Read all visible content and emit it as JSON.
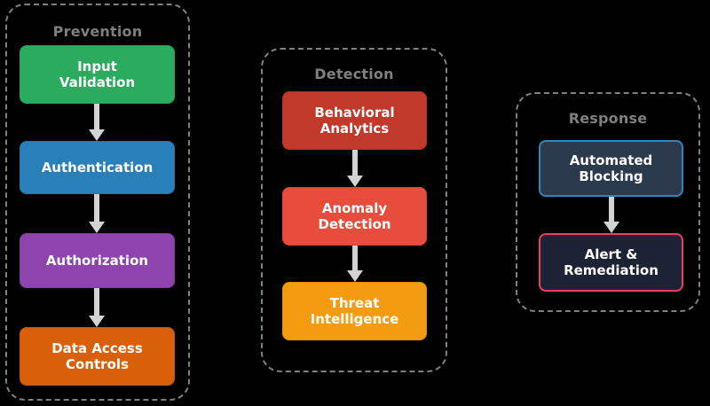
{
  "diagram": {
    "background_color": "#000000",
    "groups": [
      {
        "id": "prevention",
        "label": "Prevention",
        "label_color": "#7f7f7f",
        "border_style": "dashed",
        "border_color": "#808080",
        "nodes": [
          {
            "id": "input-validation",
            "label": "Input\nValidation",
            "fill": "#2bab5d",
            "text_color": "#ffffff"
          },
          {
            "id": "authentication",
            "label": "Authentication",
            "fill": "#2980b9",
            "text_color": "#ffffff"
          },
          {
            "id": "authorization",
            "label": "Authorization",
            "fill": "#8e44ad",
            "text_color": "#ffffff"
          },
          {
            "id": "data-access",
            "label": "Data Access\nControls",
            "fill": "#d9600b",
            "text_color": "#ffffff"
          }
        ],
        "arrows": [
          {
            "id": "iv-auth",
            "from": "input-validation",
            "to": "authentication",
            "color": "#d3d3d3"
          },
          {
            "id": "auth-authz",
            "from": "authentication",
            "to": "authorization",
            "color": "#d3d3d3"
          },
          {
            "id": "authz-dac",
            "from": "authorization",
            "to": "data-access",
            "color": "#d3d3d3"
          }
        ]
      },
      {
        "id": "detection",
        "label": "Detection",
        "label_color": "#7f7f7f",
        "border_style": "dashed",
        "border_color": "#808080",
        "nodes": [
          {
            "id": "behavioral",
            "label": "Behavioral\nAnalytics",
            "fill": "#c0392b",
            "text_color": "#ffffff"
          },
          {
            "id": "anomaly",
            "label": "Anomaly\nDetection",
            "fill": "#e74c3c",
            "text_color": "#ffffff"
          },
          {
            "id": "threat-intel",
            "label": "Threat\nIntelligence",
            "fill": "#f39c12",
            "text_color": "#ffffff"
          }
        ],
        "arrows": [
          {
            "id": "beh-anom",
            "from": "behavioral",
            "to": "anomaly",
            "color": "#d3d3d3"
          },
          {
            "id": "anom-ti",
            "from": "anomaly",
            "to": "threat-intel",
            "color": "#d3d3d3"
          }
        ]
      },
      {
        "id": "response",
        "label": "Response",
        "label_color": "#7f7f7f",
        "border_style": "dashed",
        "border_color": "#808080",
        "nodes": [
          {
            "id": "automated-blocking",
            "label": "Automated\nBlocking",
            "fill": "#2b3a4d",
            "border": "#2e86c1",
            "text_color": "#ffffff"
          },
          {
            "id": "alert-remediation",
            "label": "Alert &\nRemediation",
            "fill": "#1e2235",
            "border": "#e8415f",
            "text_color": "#ffffff"
          }
        ],
        "arrows": [
          {
            "id": "ab-ar",
            "from": "automated-blocking",
            "to": "alert-remediation",
            "color": "#d3d3d3"
          }
        ]
      }
    ]
  }
}
